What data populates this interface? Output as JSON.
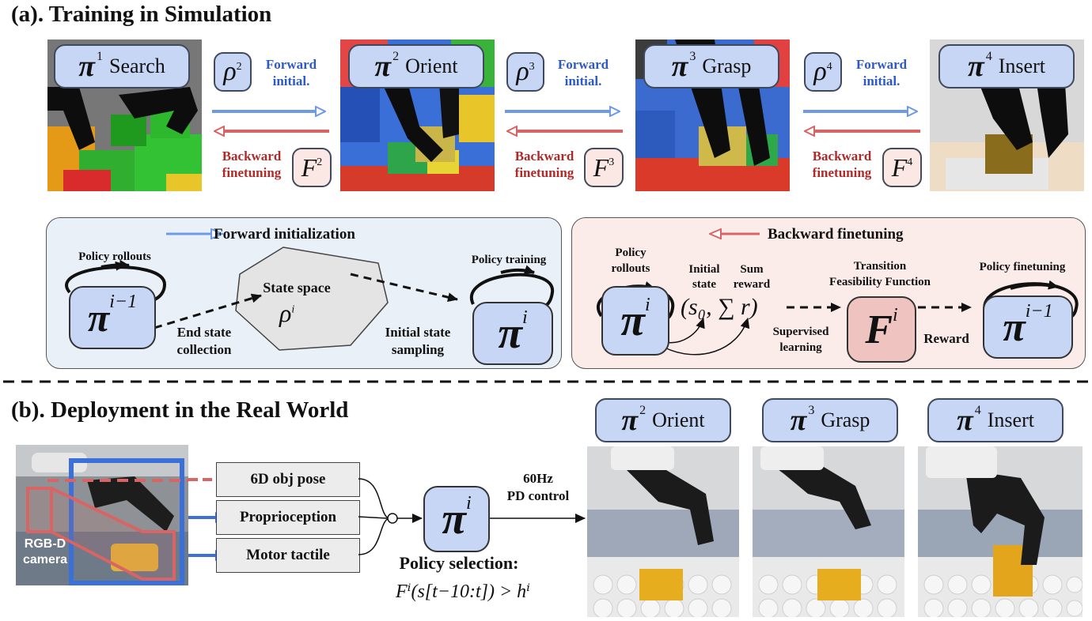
{
  "section_a": {
    "title": "(a). Training in Simulation",
    "stages": [
      {
        "pi_sup": "1",
        "label": "Search"
      },
      {
        "pi_sup": "2",
        "label": "Orient"
      },
      {
        "pi_sup": "3",
        "label": "Grasp"
      },
      {
        "pi_sup": "4",
        "label": "Insert"
      }
    ],
    "transitions": [
      {
        "rho_sup": "2",
        "f_sup": "2"
      },
      {
        "rho_sup": "3",
        "f_sup": "3"
      },
      {
        "rho_sup": "4",
        "f_sup": "4"
      }
    ],
    "forward_label_1": "Forward",
    "forward_label_2": "initial.",
    "backward_label_1": "Backward",
    "backward_label_2": "finetuning",
    "pi_symbol": "π",
    "rho_symbol": "ρ",
    "f_symbol": "F"
  },
  "forward_panel": {
    "title": "Forward initialization",
    "policy_rollouts": "Policy rollouts",
    "pi_prev_sup": "i−1",
    "end_state_1": "End state",
    "end_state_2": "collection",
    "state_space": "State space",
    "rho_sup": "i",
    "policy_training": "Policy training",
    "initial_state_1": "Initial state",
    "initial_state_2": "sampling",
    "pi_cur_sup": "i"
  },
  "backward_panel": {
    "title": "Backward finetuning",
    "policy_rollouts_1": "Policy",
    "policy_rollouts_2": "rollouts",
    "initial_state_1": "Initial",
    "initial_state_2": "state",
    "sum_reward_1": "Sum",
    "sum_reward_2": "reward",
    "tuple_text": "(s₀, ∑ r)",
    "transition_1": "Transition",
    "transition_2": "Feasibility Function",
    "supervised_1": "Supervised",
    "supervised_2": "learning",
    "reward": "Reward",
    "policy_finetuning": "Policy finetuning",
    "pi_sup": "i",
    "f_sup": "i",
    "pi_prev_sup": "i−1"
  },
  "section_b": {
    "title": "(b). Deployment in the Real World",
    "camera_1": "RGB-D",
    "camera_2": "camera",
    "inputs": [
      "6D obj pose",
      "Proprioception",
      "Motor tactile"
    ],
    "control_1": "60Hz",
    "control_2": "PD control",
    "policy_selection": "Policy selection:",
    "selection_formula": "Fⁱ(s[t−10:t]) > hⁱ",
    "pi_sup": "i",
    "stages": [
      {
        "pi_sup": "2",
        "label": "Orient"
      },
      {
        "pi_sup": "3",
        "label": "Grasp"
      },
      {
        "pi_sup": "4",
        "label": "Insert"
      }
    ]
  },
  "colors": {
    "forward": "#6f9be6",
    "backward": "#d96464",
    "pi_fill": "#c7d6f5",
    "forward_panel_bg": "#eaf0f8",
    "backward_panel_bg": "#fbecea"
  }
}
